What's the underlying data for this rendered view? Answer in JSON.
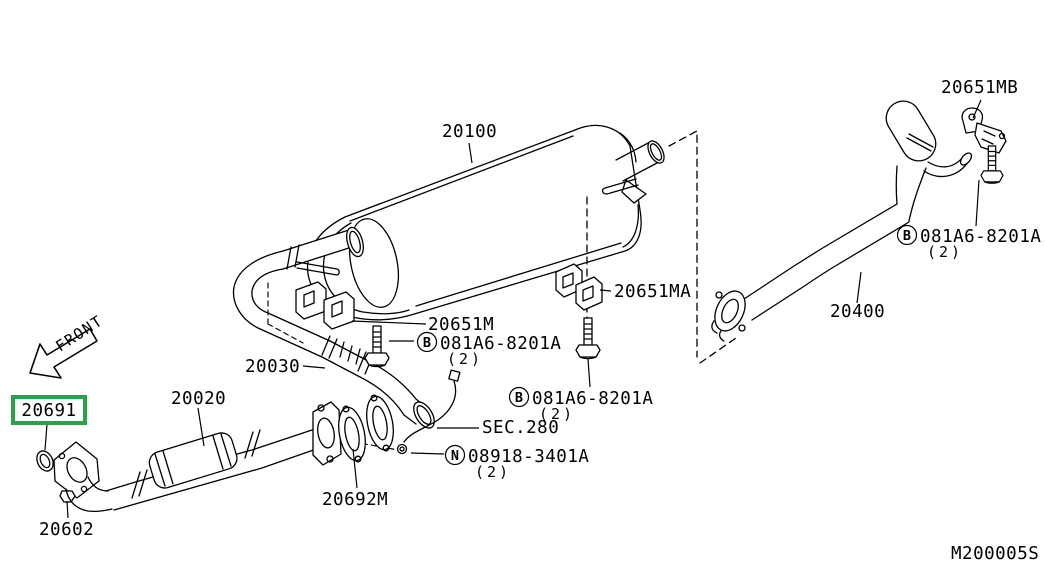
{
  "diagram": {
    "drawing_code": "M200005S",
    "front_indicator": "FRONT",
    "highlight_color": "#2aa24a",
    "line_color": "#000000",
    "section_ref": "SEC.280",
    "parts": {
      "muffler": "20100",
      "front_tube": "20020",
      "center_tube": "20030",
      "rear_tube": "20400",
      "ring_exhaust": "20691",
      "insulator": "20651M",
      "insulator_a": "20651MA",
      "insulator_b": "20651MB",
      "gasket": "20692M",
      "nut_lower": "20602"
    },
    "hardware": {
      "bolt_symbol": "B",
      "bolt_code": "081A6-8201A",
      "nut_symbol": "N",
      "nut_code": "08918-3401A",
      "qty_two": "(2)"
    }
  }
}
